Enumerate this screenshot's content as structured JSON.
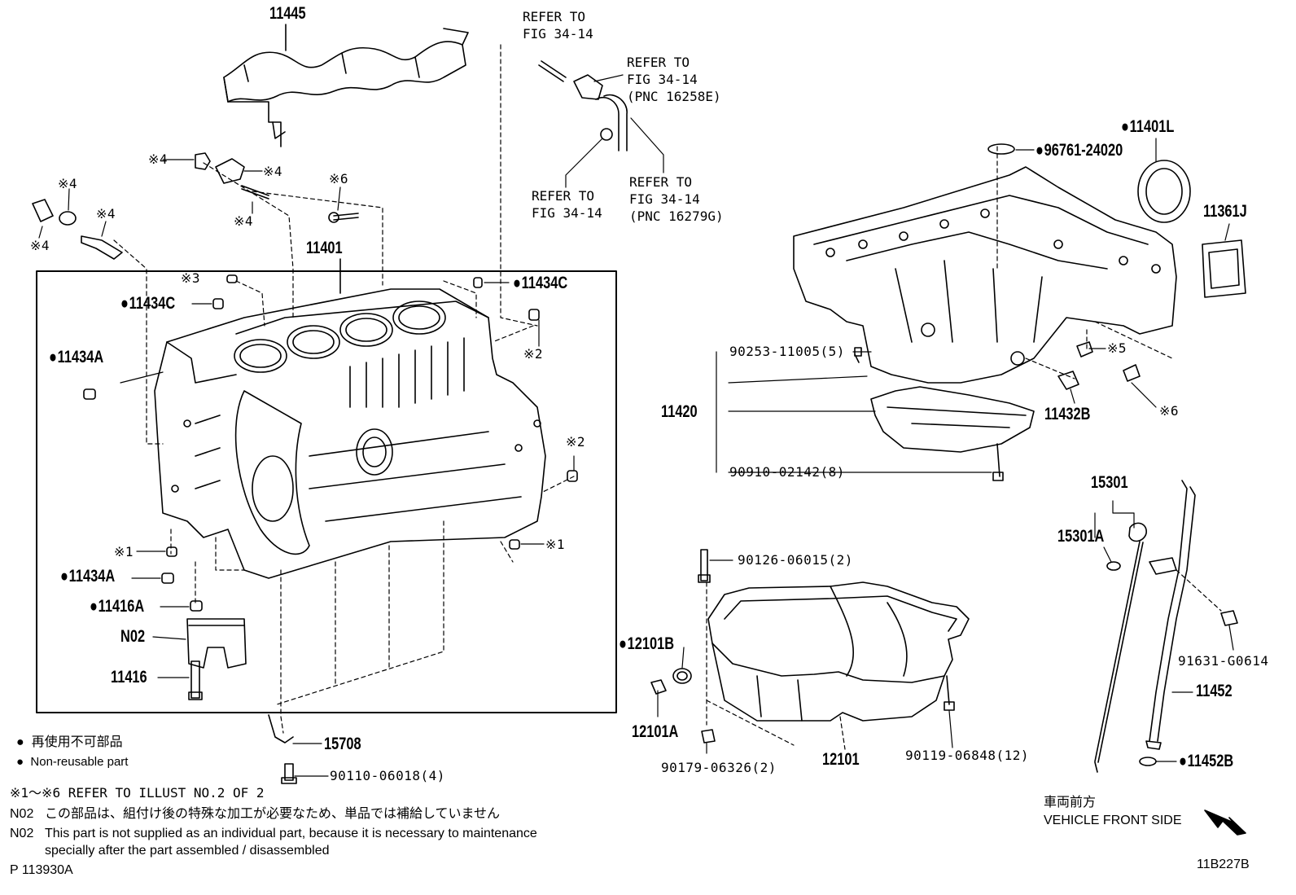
{
  "labels": {
    "p11445": "11445",
    "p11401": "11401",
    "p11434c_1": "11434C",
    "p11434c_2": "11434C",
    "p11434a_1": "11434A",
    "p11434a_2": "11434A",
    "p11416a": "11416A",
    "n02": "N02",
    "p11416": "11416",
    "p15708": "15708",
    "p90110": "90110-06018(4)",
    "p96761": "96761-24020",
    "p11401l": "11401L",
    "p11361j": "11361J",
    "p90253": "90253-11005(5)",
    "p11420": "11420",
    "p90910": "90910-02142(8)",
    "p11432b": "11432B",
    "p15301": "15301",
    "p15301a": "15301A",
    "p90126": "90126-06015(2)",
    "p12101b": "12101B",
    "p12101a": "12101A",
    "p90179": "90179-06326(2)",
    "p12101": "12101",
    "p90119": "90119-06848(12)",
    "p91631": "91631-G0614",
    "p11452": "11452",
    "p11452b": "11452B",
    "m4a": "※4",
    "m4b": "※4",
    "m4c": "※4",
    "m4d": "※4",
    "m4e": "※4",
    "m4f": "※4",
    "m6a": "※6",
    "m3": "※3",
    "m2a": "※2",
    "m2b": "※2",
    "m1a": "※1",
    "m1b": "※1",
    "m5": "※5",
    "m6b": "※6"
  },
  "refs": {
    "r1": "REFER TO\nFIG 34-14",
    "r2": "REFER TO\nFIG 34-14\n(PNC 16258E)",
    "r3": "REFER TO\nFIG 34-14",
    "r4": "REFER TO\nFIG 34-14\n(PNC 16279G)"
  },
  "legend": {
    "jp": "再使用不可部品",
    "en": "Non-reusable part"
  },
  "notes": {
    "refer_all": "※1～※6 REFER TO ILLUST NO.2 OF 2",
    "n02_code_1": "N02",
    "n02_jp": "この部品は、組付け後の特殊な加工が必要なため、単品では補給していません",
    "n02_code_2": "N02",
    "n02_en_1": "This part is not supplied as an individual part, because it is necessary to maintenance",
    "n02_en_2": "specially after the part assembled / disassembled",
    "illust_no": "P 113930A",
    "front_jp": "車両前方",
    "front_en": "VEHICLE FRONT SIDE",
    "figure_code": "11B227B"
  }
}
